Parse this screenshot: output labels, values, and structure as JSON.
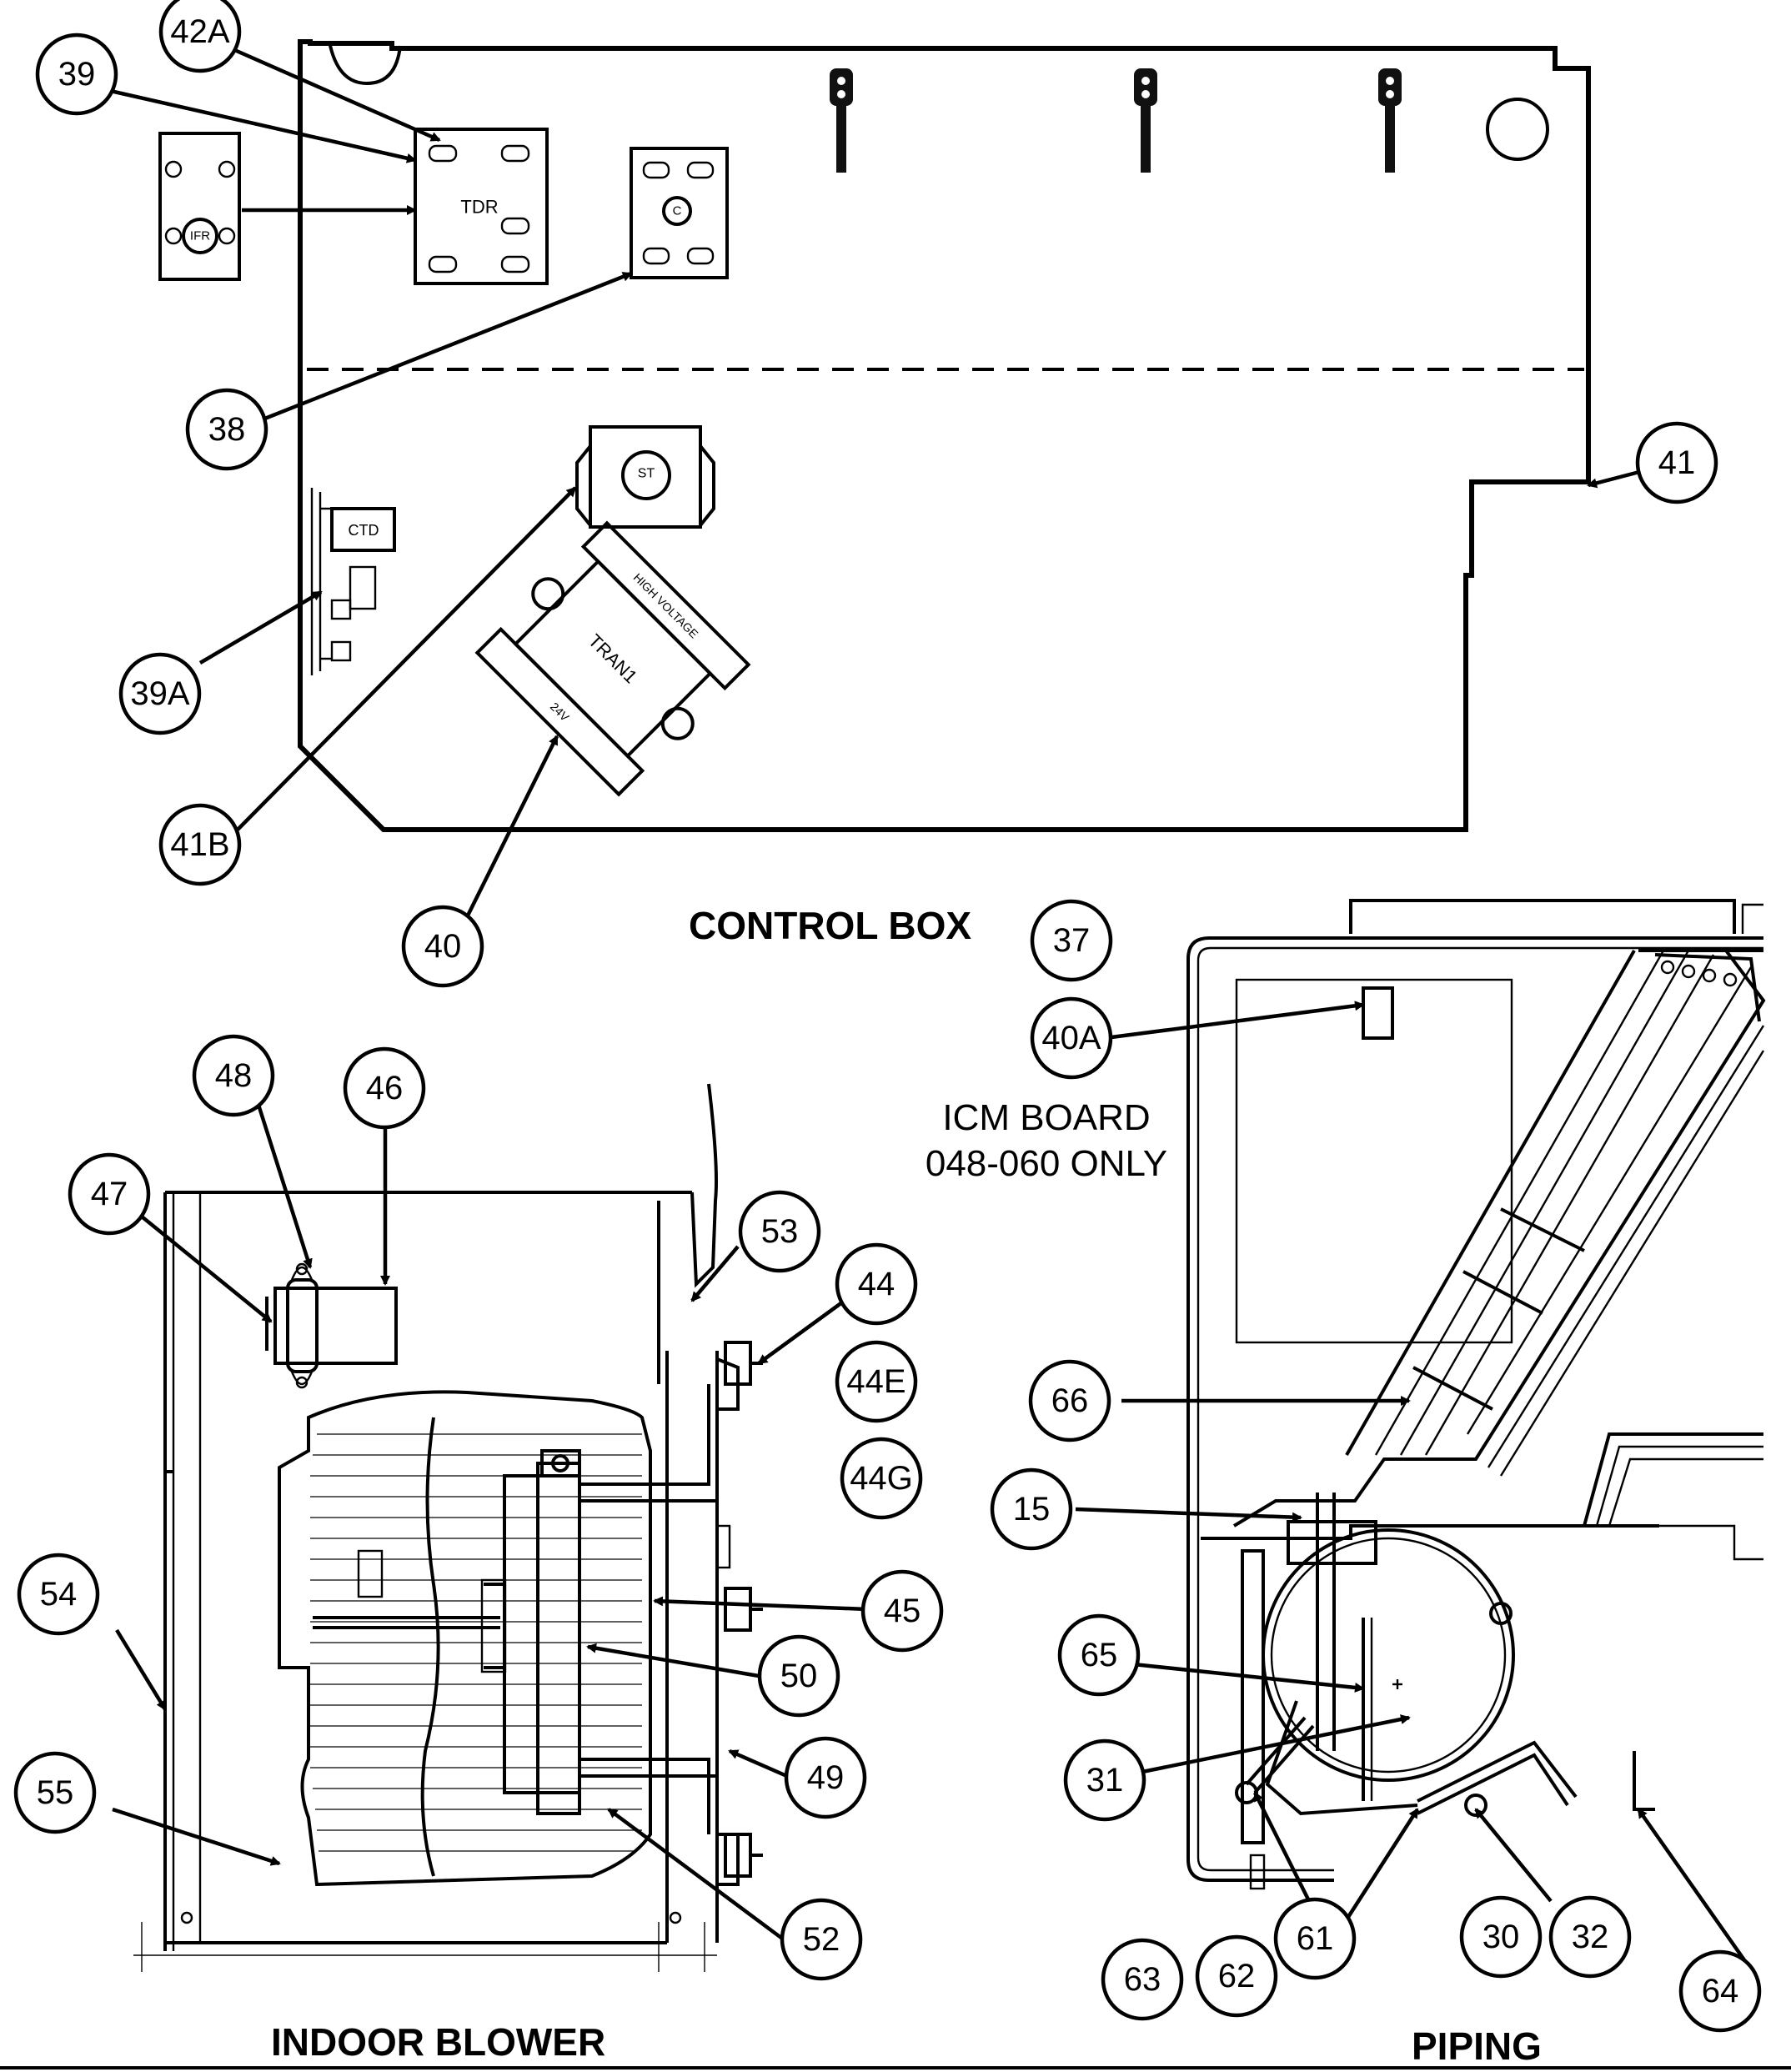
{
  "sections": {
    "control_box": "CONTROL BOX",
    "indoor_blower": "INDOOR BLOWER",
    "piping": "PIPING"
  },
  "note": {
    "line1": "ICM BOARD",
    "line2": "048-060 ONLY"
  },
  "component_labels": {
    "tdr": "TDR",
    "ifr": "IFR",
    "c": "C",
    "st": "ST",
    "ctd": "CTD",
    "tran1": "TRAN1",
    "high_voltage": "HIGH VOLTAGE",
    "v24": "24V"
  },
  "callouts": {
    "c42A": "42A",
    "c39": "39",
    "c38": "38",
    "c41": "41",
    "c39A": "39A",
    "c41B": "41B",
    "c40": "40",
    "c37": "37",
    "c40A": "40A",
    "c48": "48",
    "c46": "46",
    "c47": "47",
    "c53": "53",
    "c44": "44",
    "c44E": "44E",
    "c44G": "44G",
    "c54": "54",
    "c45": "45",
    "c50": "50",
    "c55": "55",
    "c49": "49",
    "c52": "52",
    "c66": "66",
    "c15": "15",
    "c65": "65",
    "c31": "31",
    "c61": "61",
    "c30": "30",
    "c32": "32",
    "c63": "63",
    "c62": "62",
    "c64": "64"
  }
}
